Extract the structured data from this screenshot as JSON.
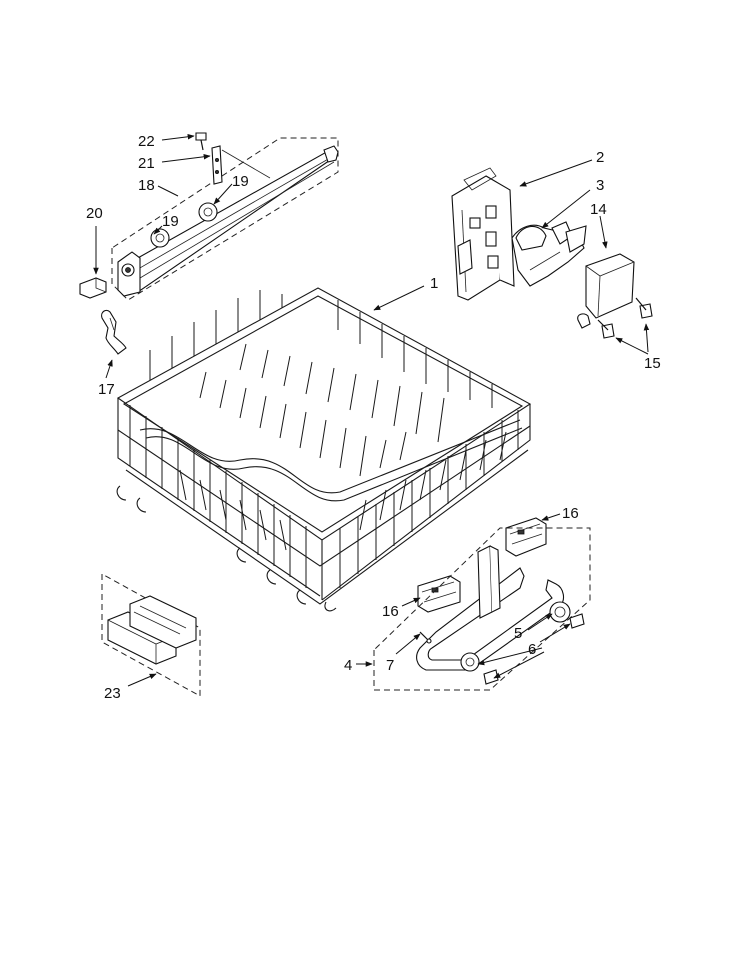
{
  "callouts": [
    {
      "id": "c22",
      "label": "22"
    },
    {
      "id": "c21",
      "label": "21"
    },
    {
      "id": "c18",
      "label": "18"
    },
    {
      "id": "c19a",
      "label": "19"
    },
    {
      "id": "c19b",
      "label": "19"
    },
    {
      "id": "c20",
      "label": "20"
    },
    {
      "id": "c17",
      "label": "17"
    },
    {
      "id": "c1",
      "label": "1"
    },
    {
      "id": "c2",
      "label": "2"
    },
    {
      "id": "c3",
      "label": "3"
    },
    {
      "id": "c14",
      "label": "14"
    },
    {
      "id": "c15",
      "label": "15"
    },
    {
      "id": "c16a",
      "label": "16"
    },
    {
      "id": "c16b",
      "label": "16"
    },
    {
      "id": "c5",
      "label": "5"
    },
    {
      "id": "c6",
      "label": "6"
    },
    {
      "id": "c4",
      "label": "4"
    },
    {
      "id": "c7",
      "label": "7"
    },
    {
      "id": "c23",
      "label": "23"
    }
  ]
}
